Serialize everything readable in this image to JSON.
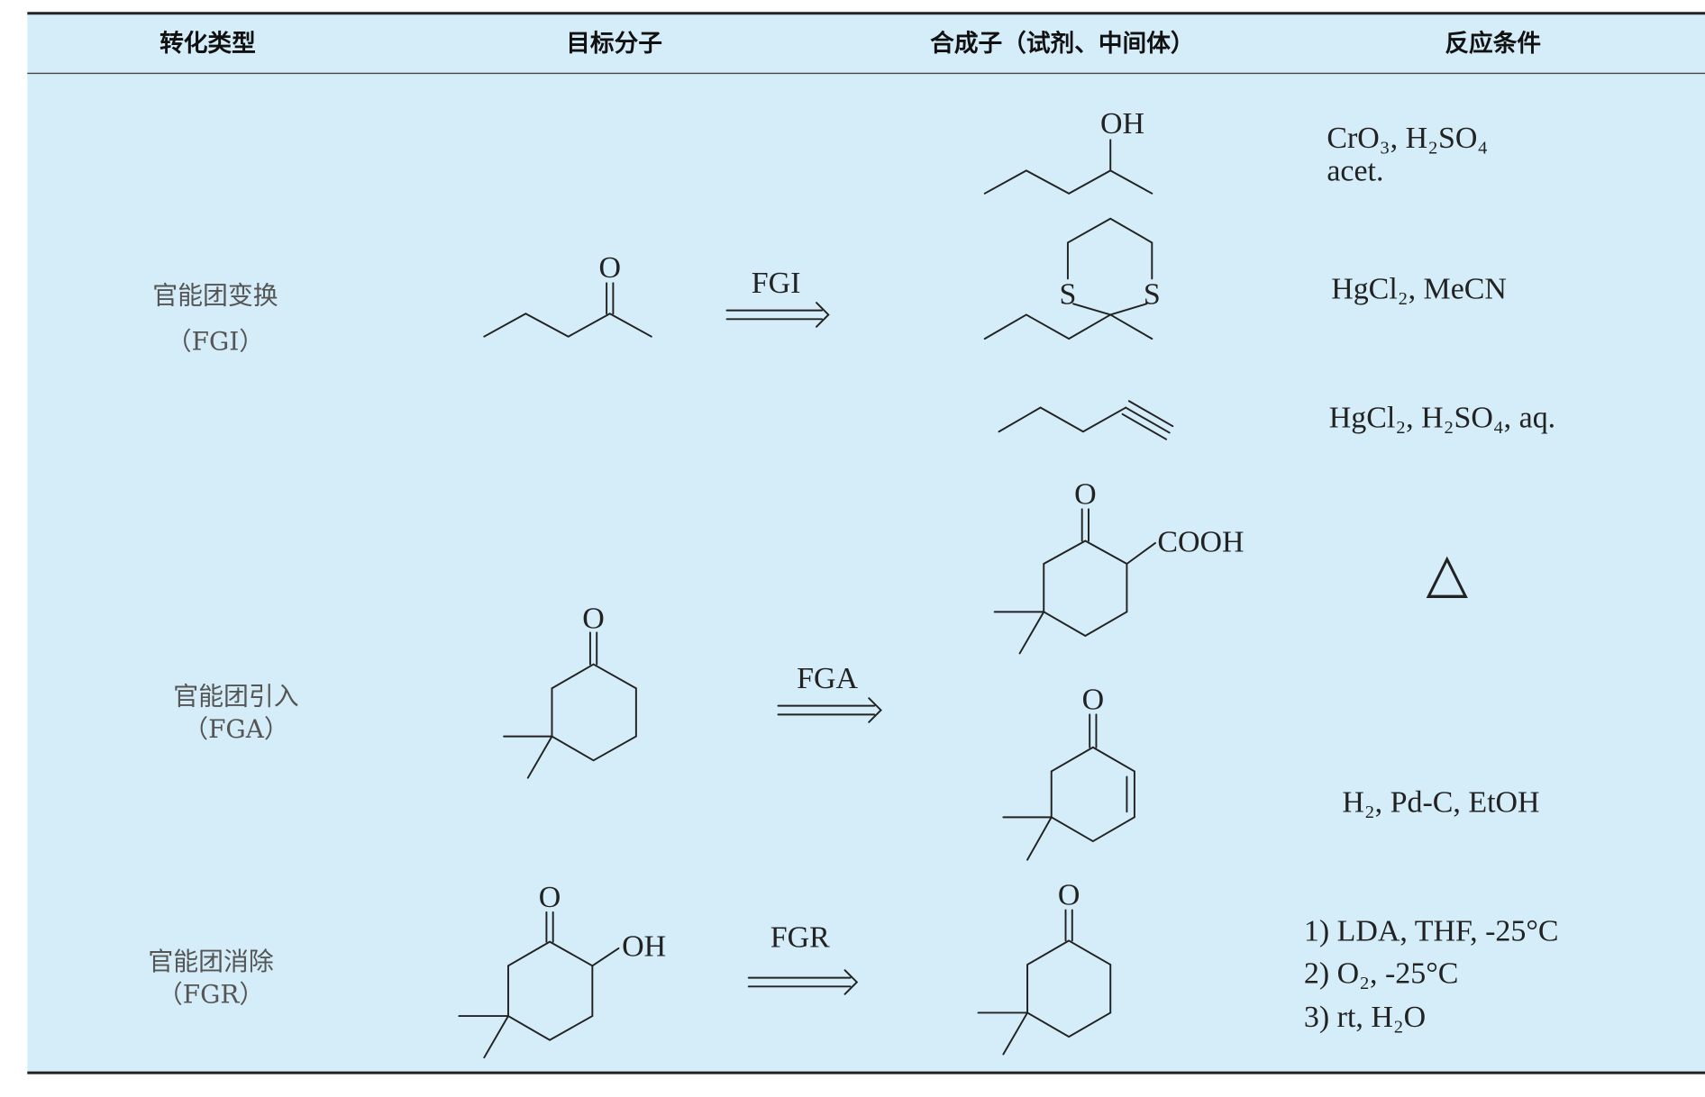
{
  "header": {
    "col1": "转化类型",
    "col2": "目标分子",
    "col3": "合成子（试剂、中间体）",
    "col4": "反应条件"
  },
  "rows": [
    {
      "type": "官能团变换",
      "abbr": "（FGI）",
      "arrow_label": "FGI",
      "target_atoms": [
        "O"
      ],
      "synthons": [
        {
          "atoms": [
            "OH"
          ],
          "conditions": [
            "CrO₃, H₂SO₄",
            "acet."
          ]
        },
        {
          "atoms": [
            "S",
            "S"
          ],
          "conditions": [
            "HgCl₂, MeCN"
          ]
        },
        {
          "atoms": [],
          "conditions": [
            "HgCl₂, H₂SO₄, aq."
          ]
        }
      ]
    },
    {
      "type": "官能团引入",
      "abbr": "（FGA）",
      "arrow_label": "FGA",
      "target_atoms": [
        "O"
      ],
      "synthons": [
        {
          "atoms": [
            "O",
            "COOH"
          ],
          "conditions": [
            "△"
          ]
        },
        {
          "atoms": [
            "O"
          ],
          "conditions": [
            "H₂, Pd-C, EtOH"
          ]
        }
      ]
    },
    {
      "type": "官能团消除",
      "abbr": "（FGR）",
      "arrow_label": "FGR",
      "target_atoms": [
        "O",
        "OH"
      ],
      "synthons": [
        {
          "atoms": [
            "O"
          ],
          "conditions": [
            "1) LDA, THF, -25°C",
            "2) O₂, -25°C",
            "3) rt, H₂O"
          ]
        }
      ]
    }
  ],
  "colors": {
    "background": "#d4edf9",
    "rule": "#222222"
  }
}
